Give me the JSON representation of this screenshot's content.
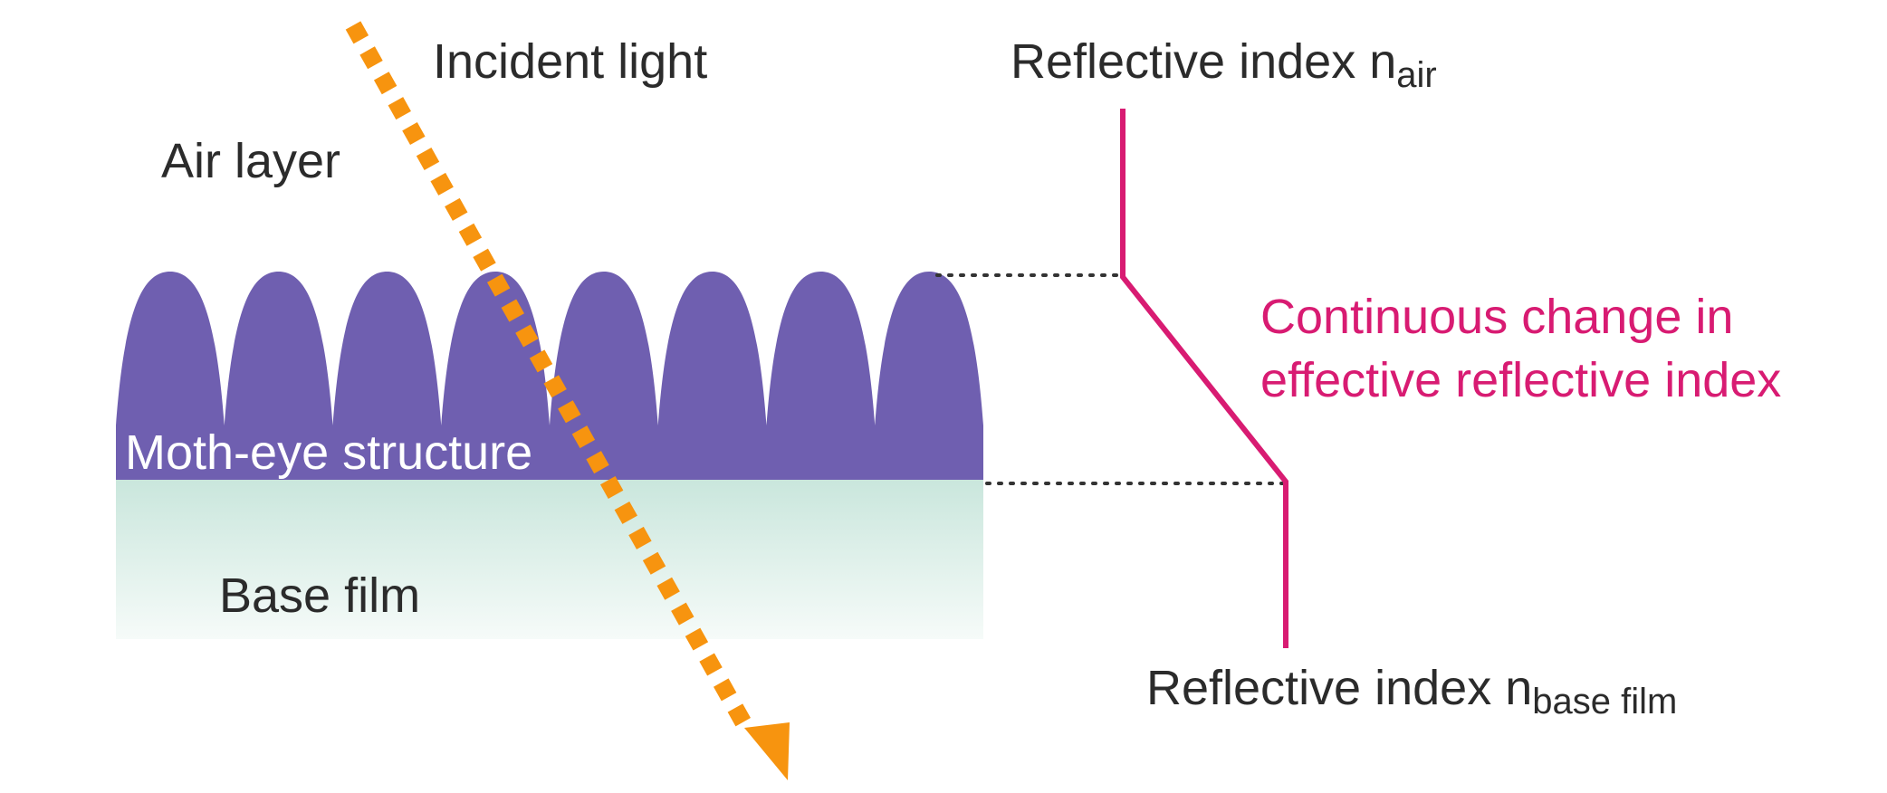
{
  "labels": {
    "incident_light": "Incident light",
    "air_layer": "Air layer",
    "moth_eye": "Moth-eye structure",
    "base_film": "Base film",
    "continuous_line1": "Continuous change in",
    "continuous_line2": "effective reflective index"
  },
  "index_air": {
    "main": "Reflective index n",
    "sub": "air"
  },
  "index_base": {
    "main": "Reflective index n",
    "sub": "base film"
  },
  "colors": {
    "moth_eye": "#6f5fb0",
    "base_film_top": "#c9e6dc",
    "incident_arrow": "#f7940f",
    "index_profile": "#d81b72",
    "text": "#2b2b2b",
    "dotted": "#333333"
  },
  "icons": {
    "arrowhead": "triangle-arrowhead-icon"
  }
}
